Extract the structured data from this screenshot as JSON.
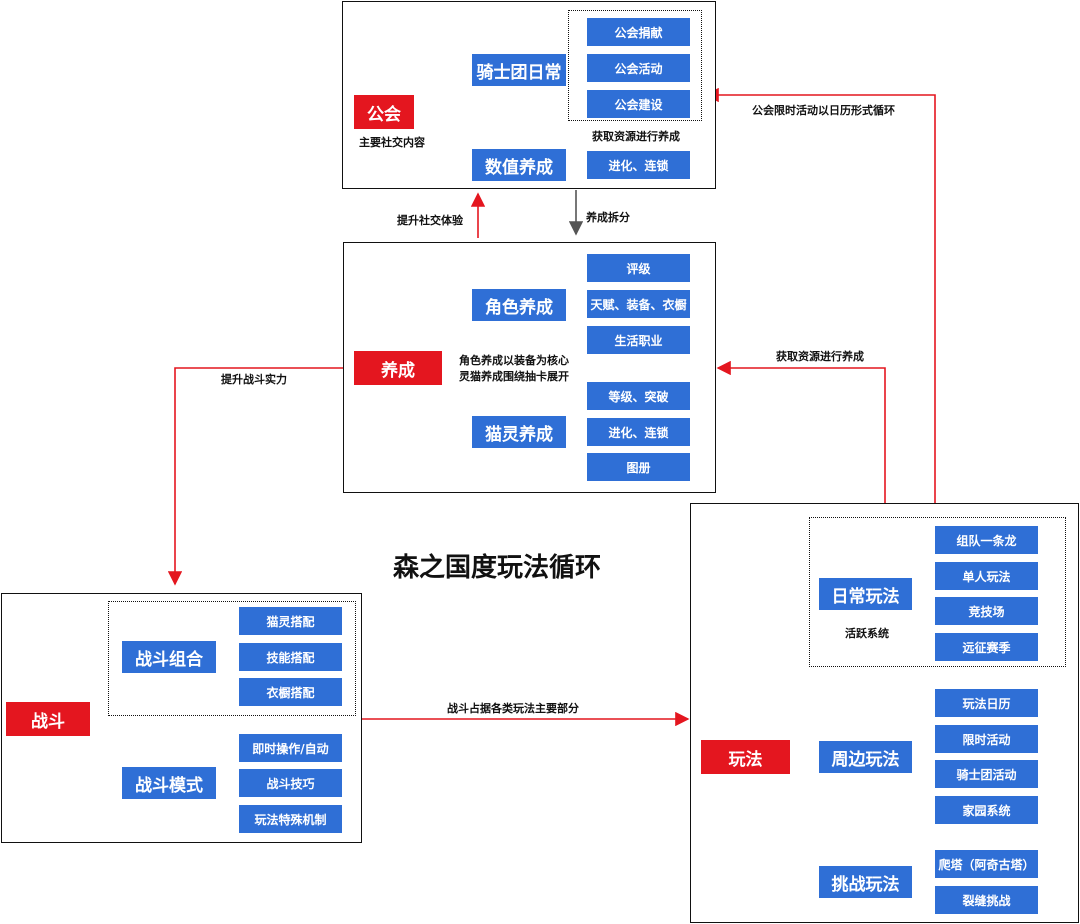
{
  "title": "森之国度玩法循环",
  "guild": {
    "tag": "公会",
    "subtitle": "主要社交内容",
    "branch1": "骑士团日常",
    "branch1_items": [
      "公会捐献",
      "公会活动",
      "公会建设"
    ],
    "branch2": "数值养成",
    "branch2_item": "进化、连锁",
    "note": "获取资源进行养成"
  },
  "cultivation": {
    "tag": "养成",
    "note_line1": "角色养成以装备为核心",
    "note_line2": "灵猫养成围绕抽卡展开",
    "branch1": "角色养成",
    "branch1_items": [
      "评级",
      "天赋、装备、衣橱",
      "生活职业"
    ],
    "branch2": "猫灵养成",
    "branch2_items": [
      "等级、突破",
      "进化、连锁",
      "图册"
    ]
  },
  "battle": {
    "tag": "战斗",
    "branch1": "战斗组合",
    "branch1_items": [
      "猫灵搭配",
      "技能搭配",
      "衣橱搭配"
    ],
    "branch2": "战斗模式",
    "branch2_items": [
      "即时操作/自动",
      "战斗技巧",
      "玩法特殊机制"
    ]
  },
  "gameplay": {
    "tag": "玩法",
    "branch1": "日常玩法",
    "branch1_note": "活跃系统",
    "branch1_items": [
      "组队一条龙",
      "单人玩法",
      "竞技场",
      "远征赛季"
    ],
    "branch2": "周边玩法",
    "branch2_items": [
      "玩法日历",
      "限时活动",
      "骑士团活动",
      "家园系统"
    ],
    "branch3": "挑战玩法",
    "branch3_items": [
      "爬塔（阿奇古塔）",
      "裂缝挑战"
    ]
  },
  "arrows": {
    "social": "提升社交体验",
    "split": "养成拆分",
    "combat": "提升战斗实力",
    "resources": "获取资源进行养成",
    "guild_cycle": "公会限时活动以日历形式循环",
    "battle_share": "战斗占据各类玩法主要部分"
  },
  "colors": {
    "red": "#e4161f",
    "blue": "#2f6fd6",
    "gray": "#9a9a9a"
  }
}
